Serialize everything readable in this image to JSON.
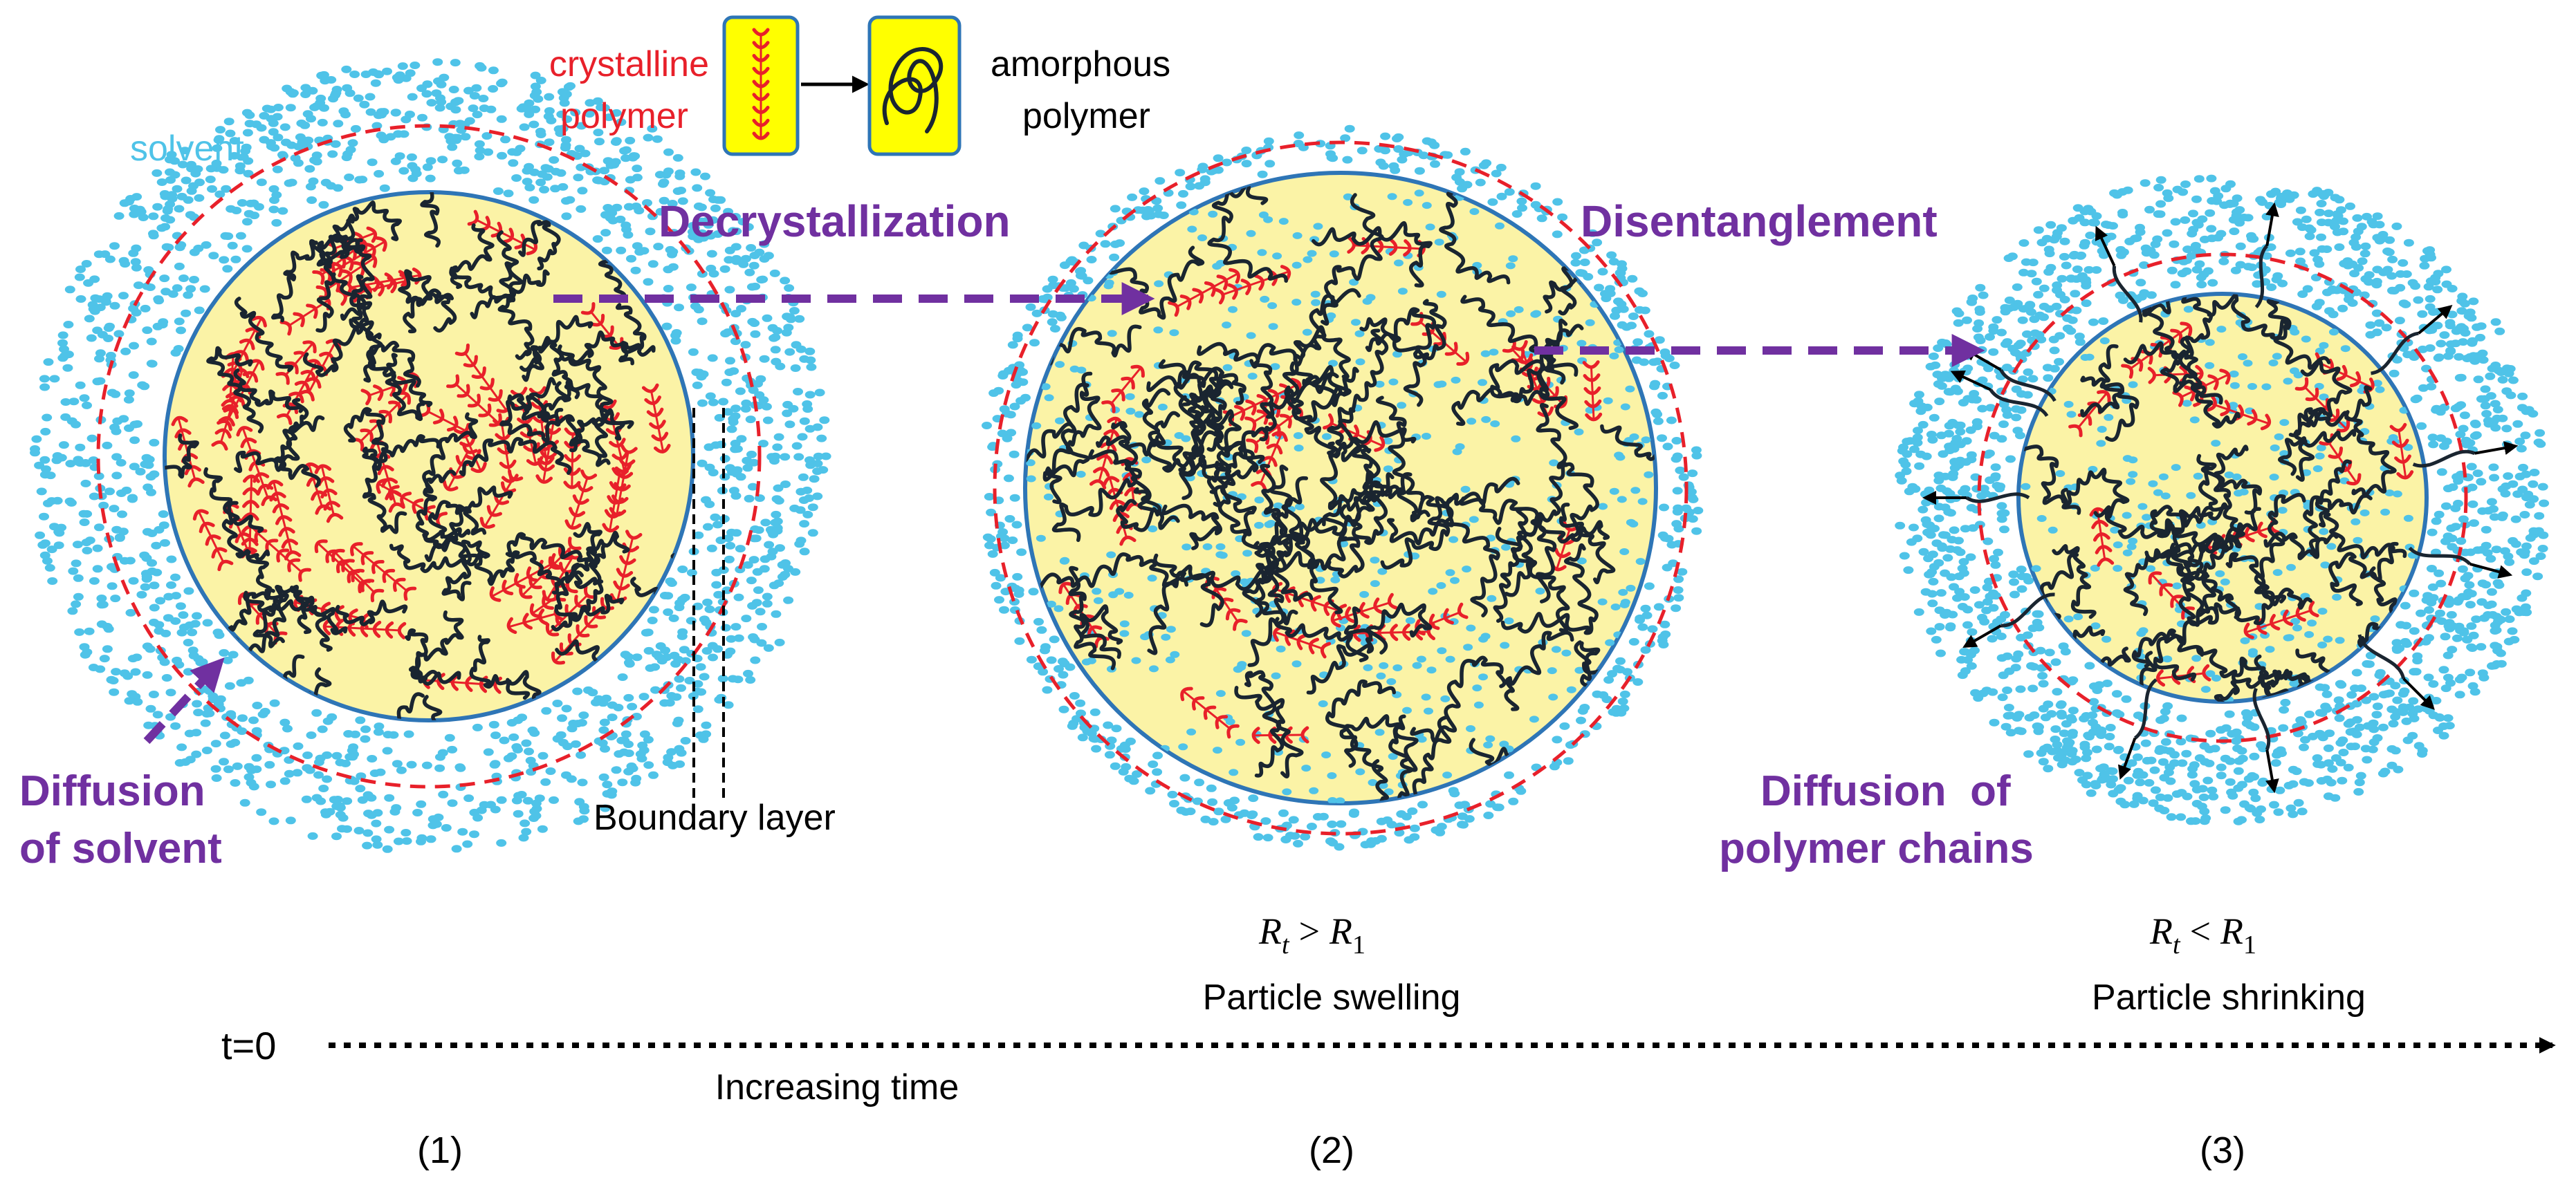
{
  "legend": {
    "crystalline_line1": "crystalline",
    "crystalline_line2": "polymer",
    "amorphous_line1": "amorphous",
    "amorphous_line2": "polymer"
  },
  "labels": {
    "solvent": "solvent",
    "decrystallization": "Decrystallization",
    "disentanglement": "Disentanglement",
    "diffusion_solvent_line1": "Diffusion",
    "diffusion_solvent_line2": "of solvent",
    "boundary_layer": "Boundary layer",
    "diffusion_chains_line1": "Diffusion  of",
    "diffusion_chains_line2": "polymer chains"
  },
  "stages": [
    {
      "number": "(1)",
      "condition_lhs": "",
      "condition_op": "",
      "condition_rhs": "",
      "caption": ""
    },
    {
      "number": "(2)",
      "condition_lhs": "R",
      "condition_lhs_sub": "t",
      "condition_op": ">",
      "condition_rhs": "R",
      "condition_rhs_sub": "1",
      "caption": "Particle swelling"
    },
    {
      "number": "(3)",
      "condition_lhs": "R",
      "condition_lhs_sub": "t",
      "condition_op": "<",
      "condition_rhs": "R",
      "condition_rhs_sub": "1",
      "caption": "Particle shrinking"
    }
  ],
  "timeline": {
    "start_label": "t=0",
    "axis_label": "Increasing time"
  },
  "colors": {
    "solvent_dot": "#4fc3e8",
    "particle_fill": "#fbf3a6",
    "particle_edge": "#2e75b6",
    "boundary_dash": "#e8202a",
    "crystalline": "#e8202a",
    "amorphous": "#1a2530",
    "process_arrow": "#7030a0",
    "legend_box": "#ffff00",
    "text": "#000000"
  }
}
